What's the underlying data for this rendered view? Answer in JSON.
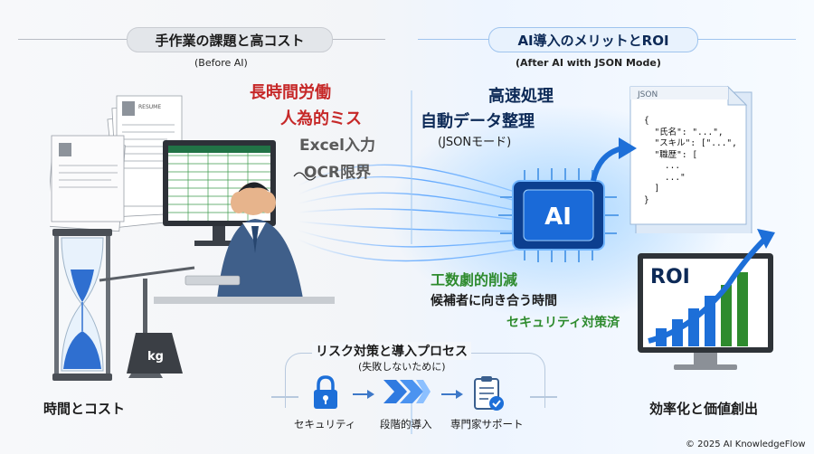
{
  "left": {
    "title": "手作業の課題と高コスト",
    "subtitle": "(Before AI)",
    "points": [
      "長時間労働",
      "人為的ミス",
      "Excel入力",
      "OCR限界"
    ],
    "bottom_label": "時間とコスト",
    "weight_label": "kg",
    "resume_label": "RESUME"
  },
  "right": {
    "title": "AI導入のメリットとROI",
    "subtitle": "(After AI with JSON Mode)",
    "headline1": "高速処理",
    "headline2": "自動データ整理",
    "headline2_sub": "(JSONモード)",
    "chip_label": "AI",
    "json_tab": "JSON",
    "json_lines": [
      "{",
      "  \"氏名\": \"...\",",
      "  \"スキル\": [\"...\",",
      "  \"職歴\": [",
      "    ...",
      "    ...\"",
      "  ]",
      "}"
    ],
    "benefit1": "工数劇的削減",
    "benefit2": "候補者に向き合う時間",
    "benefit3": "セキュリティ対策済",
    "roi_label": "ROI",
    "bottom_label": "効率化と価値創出"
  },
  "process": {
    "title": "リスク対策と導入プロセス",
    "subtitle": "(失敗しないために)",
    "steps": [
      {
        "label": "セキュリティ",
        "icon": "lock-icon"
      },
      {
        "label": "段階的導入",
        "icon": "chevrons-icon"
      },
      {
        "label": "専門家サポート",
        "icon": "checklist-icon"
      }
    ]
  },
  "footer": {
    "copyright": "© 2025 AI KnowledgeFlow"
  },
  "colors": {
    "red": "#c62828",
    "green": "#2e8b2e",
    "navy": "#0d2a57",
    "blue": "#1d6fd8",
    "gray": "#555555"
  }
}
